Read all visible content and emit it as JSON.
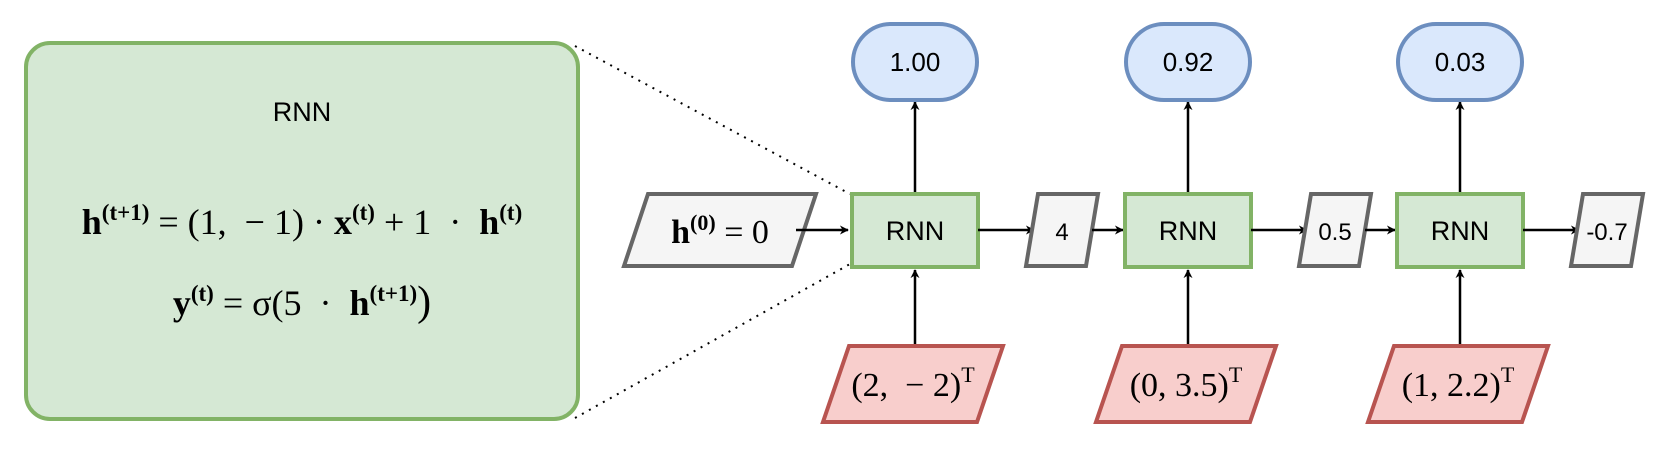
{
  "colors": {
    "detail_fill": "#d5e8d4",
    "detail_stroke": "#82b366",
    "cell_fill": "#d5e8d4",
    "cell_stroke": "#82b366",
    "output_fill": "#dae8fc",
    "output_stroke": "#6c8ebf",
    "input_fill": "#f8cecc",
    "input_stroke": "#b85450",
    "hidden_fill": "#f5f5f5",
    "hidden_stroke": "#666666",
    "edge": "#000000"
  },
  "detail": {
    "title": "RNN",
    "eq1": {
      "lhs": "h",
      "lhs_sup": "(t+1)",
      "mid1": " = (1,  − 1) · ",
      "x": "x",
      "x_sup": "(t)",
      "mid2": " + 1  ·  ",
      "h": "h",
      "h_sup": "(t)"
    },
    "eq2": {
      "lhs": "y",
      "lhs_sup": "(t)",
      "mid": " = σ(5  ·  ",
      "h": "h",
      "h_sup": "(t+1)",
      "close": ")"
    }
  },
  "initial_state": {
    "h": "h",
    "sup": "(0)",
    "rest": " = 0"
  },
  "cells": [
    {
      "label": "RNN",
      "output": "1.00",
      "input": "(2,  − 2)",
      "input_sup": "T",
      "next_state": "4"
    },
    {
      "label": "RNN",
      "output": "0.92",
      "input": "(0, 3.5)",
      "input_sup": "T",
      "next_state": "0.5"
    },
    {
      "label": "RNN",
      "output": "0.03",
      "input": "(1, 2.2)",
      "input_sup": "T",
      "next_state": "-0.7"
    }
  ]
}
